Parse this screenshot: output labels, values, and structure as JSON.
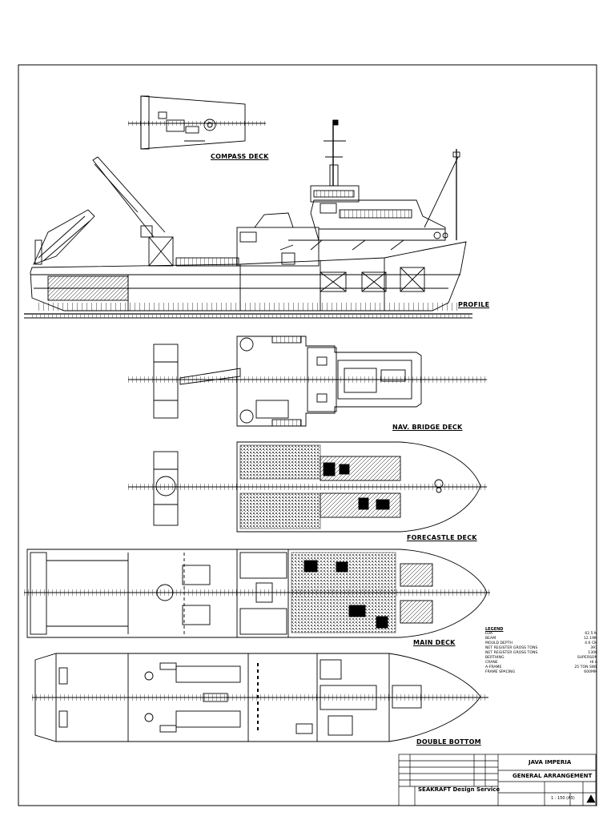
{
  "views": {
    "compass_deck": "COMPASS DECK",
    "profile": "PROFILE",
    "nav_bridge_deck": "NAV. BRIDGE DECK",
    "forecastle_deck": "FORECASTLE DECK",
    "main_deck": "MAIN DECK",
    "double_bottom": "DOUBLE BOTTOM"
  },
  "legend": {
    "title": "LEGEND",
    "rows": [
      {
        "label": "LOA",
        "value": "62.5 M"
      },
      {
        "label": "BEAM",
        "value": "12.19M"
      },
      {
        "label": "MOULD DEPTH",
        "value": "4.6 CM"
      },
      {
        "label": "NET REGISTER GROSS TONS",
        "value": "391"
      },
      {
        "label": "NET REGISTER GROSS TONS",
        "value": "1306"
      },
      {
        "label": "BERTHING",
        "value": "SUPERSON"
      },
      {
        "label": "CRANE",
        "value": "HI A"
      },
      {
        "label": "A-FRAME",
        "value": "25 TON SWL"
      },
      {
        "label": "FRAME SPACING",
        "value": "600MM"
      }
    ]
  },
  "title_block": {
    "company": "SEAKRAFT Design Service",
    "vessel": "JAVA IMPERIA",
    "drawing_title": "GENERAL ARRANGEMENT",
    "scale": "1 : 150 (A3)"
  }
}
